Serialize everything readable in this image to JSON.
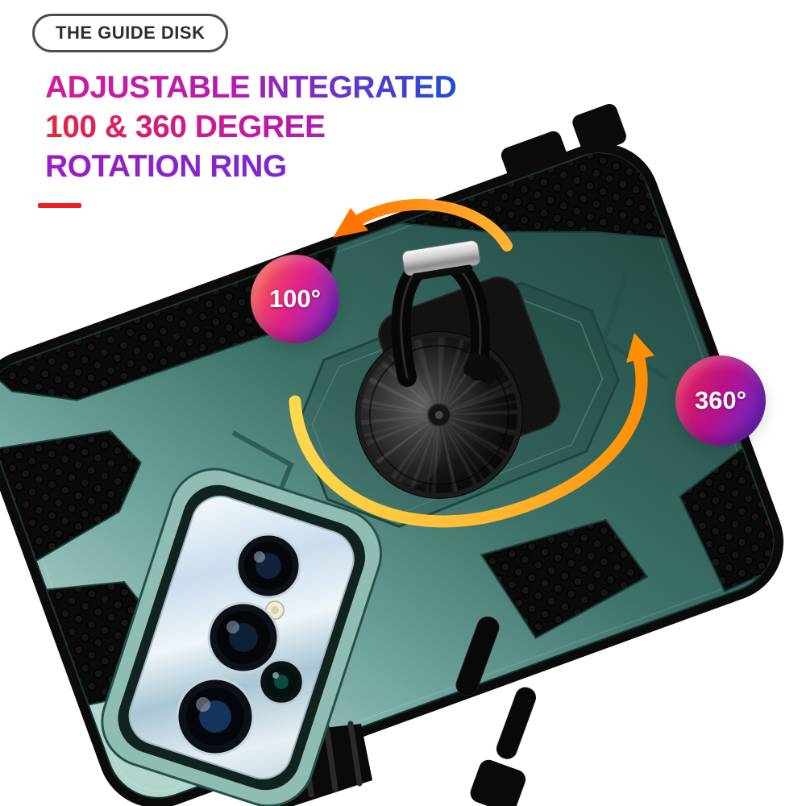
{
  "tag": {
    "label": "THE GUIDE DISK"
  },
  "heading": {
    "line1": "ADJUSTABLE INTEGRATED",
    "line2": "100 & 360 DEGREE",
    "line3": "ROTATION RING",
    "gradient_colors": [
      "#cf1d9a",
      "#e8243f",
      "#8e22d0",
      "#1b4fd8"
    ]
  },
  "accent": {
    "underline_color": "#ee1c25"
  },
  "callouts": {
    "rotation_small": {
      "label": "100°",
      "gradient": [
        "#ff6a3d",
        "#e0218a",
        "#5f2fd8"
      ]
    },
    "rotation_full": {
      "label": "360°",
      "gradient": [
        "#ee1f45",
        "#b5128f",
        "#5630d8"
      ]
    }
  },
  "product": {
    "case_color_dark": "#234a43",
    "case_color_mid": "#3d7168",
    "case_color_light": "#b2d6ce",
    "ring_color": "#070707",
    "arrow_color_start": "#ffd84d",
    "arrow_color_end": "#ff8a00"
  }
}
